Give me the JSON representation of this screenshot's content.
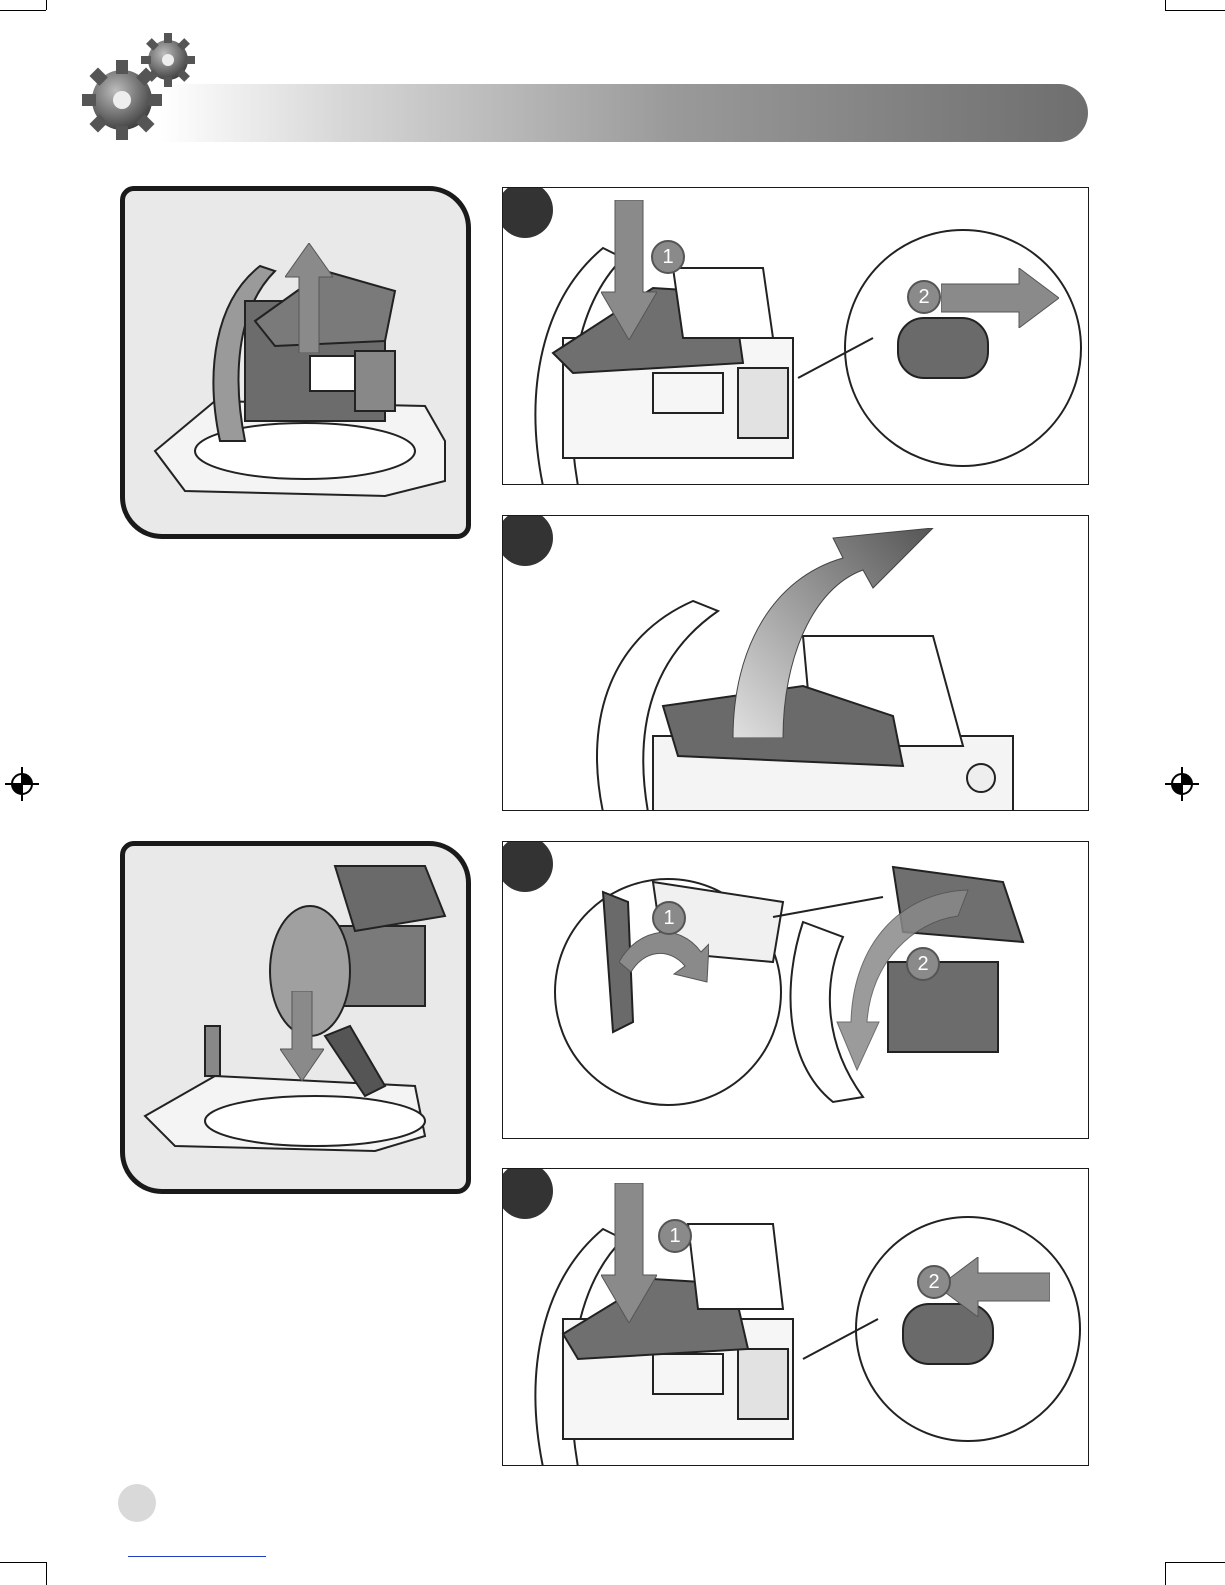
{
  "colors": {
    "panel_border": "#1a1a1a",
    "overview_background": "#e9e9e9",
    "arrow_gray": "#777777",
    "callout_number_fill": "#8a8a8a",
    "footer_line": "#1e3fbf"
  },
  "icons": {
    "header": "gears-icon",
    "registration": "registration-target-icon",
    "arrow": "direction-arrow-icon"
  },
  "panels": {
    "step_a": {
      "callouts": [
        "1",
        "2"
      ]
    },
    "step_c": {
      "callouts": [
        "1",
        "2"
      ]
    },
    "step_d": {
      "callouts": [
        "1",
        "2"
      ]
    }
  }
}
